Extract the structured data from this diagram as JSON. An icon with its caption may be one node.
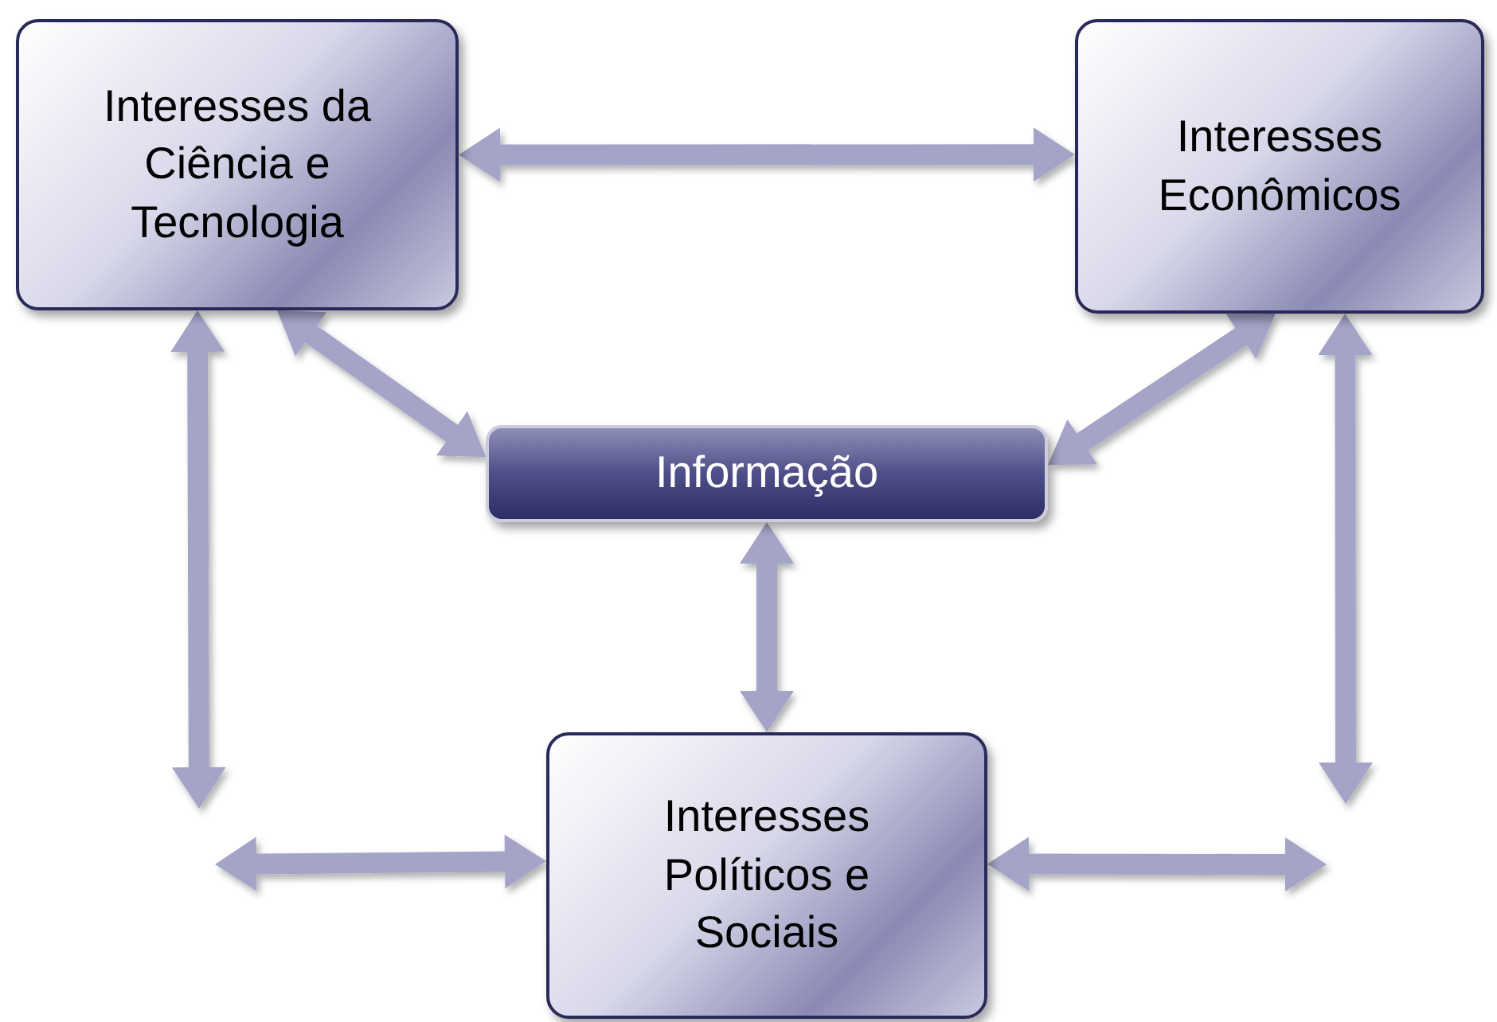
{
  "diagram": {
    "nodes": [
      {
        "text": [
          "Interesses da Ciência e Tecnologia"
        ]
      },
      {
        "text": [
          "Interesses Econômicos"
        ]
      },
      {
        "text": [
          "Informação"
        ]
      },
      {
        "text": [
          "Interesses Políticos e Sociais"
        ]
      }
    ],
    "edges": [
      {
        "from": 0,
        "to": 1,
        "arrow": "both"
      },
      {
        "from": 0,
        "to": 2,
        "arrow": "both"
      },
      {
        "from": 1,
        "to": 2,
        "arrow": "both"
      },
      {
        "from": 2,
        "to": 3,
        "arrow": "both"
      },
      {
        "from": 0,
        "to": null,
        "arrow": "both"
      },
      {
        "from": null,
        "to": 3,
        "arrow": "both"
      },
      {
        "from": 1,
        "to": null,
        "arrow": "both"
      },
      {
        "from": 3,
        "to": null,
        "arrow": "both"
      }
    ]
  }
}
